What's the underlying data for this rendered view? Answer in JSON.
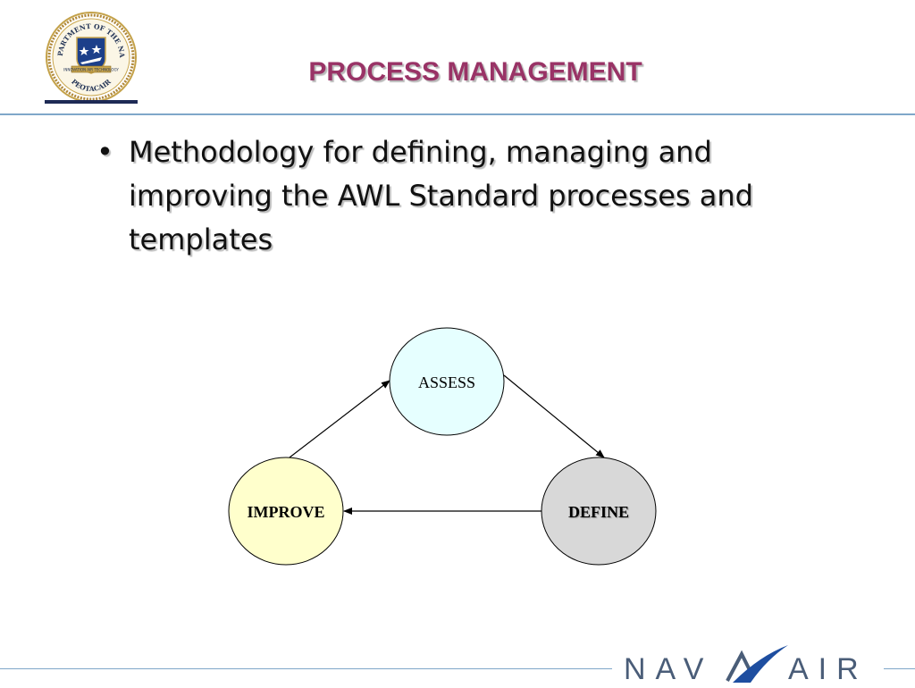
{
  "slide": {
    "title": "PROCESS MANAGEMENT",
    "title_color": "#993366",
    "bullet_symbol": "•",
    "bullet_text": "Methodology for defining, managing and improving the AWL Standard processes and templates"
  },
  "seal": {
    "icon": "navy-seal-icon",
    "top_text": "DEPARTMENT OF THE NAVY",
    "bottom_text": "PEOTACAIR",
    "banner_text": "INNOVATION AIR TECHNOLOGY"
  },
  "diagram": {
    "nodes": [
      {
        "id": "assess",
        "label": "ASSESS",
        "fill": "#e6ffff"
      },
      {
        "id": "define",
        "label": "DEFINE",
        "fill": "#d8d8d8"
      },
      {
        "id": "improve",
        "label": "IMPROVE",
        "fill": "#ffffcc"
      }
    ],
    "edges": [
      {
        "from": "assess",
        "to": "define"
      },
      {
        "from": "define",
        "to": "improve"
      },
      {
        "from": "improve",
        "to": "assess"
      }
    ]
  },
  "footer": {
    "logo_left": "NAV",
    "logo_right": "AIR",
    "logo_icon": "navair-swoosh-icon",
    "logo_color": "#4a5d78",
    "accent_color": "#1e4ea0"
  }
}
